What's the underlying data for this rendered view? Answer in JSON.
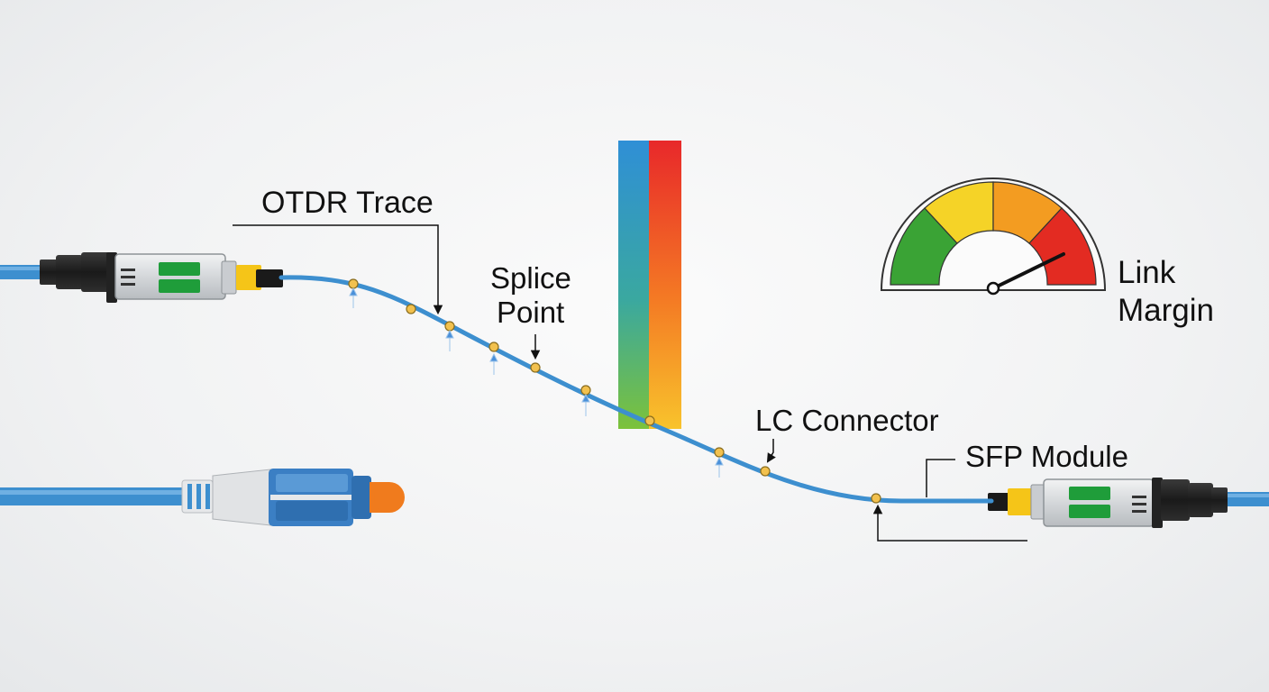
{
  "labels": {
    "otdr_trace": "OTDR Trace",
    "splice_point_line1": "Splice",
    "splice_point_line2": "Point",
    "lc_connector": "LC Connector",
    "sfp_module": "SFP Module",
    "link_margin_line1": "Link",
    "link_margin_line2": "Margin"
  },
  "colors": {
    "fiber": "#3d8fcf",
    "marker_fill": "#f2c14e",
    "marker_stroke": "#8a6d1e",
    "connector_body": "#cfd2d5",
    "module_green": "#1f9d3a",
    "boot_black": "#1e1e1e",
    "ferrule_yellow": "#f5c518",
    "lc_blue": "#3b7fc4",
    "lc_orange": "#f07b1d",
    "gauge_green": "#3aa335",
    "gauge_yellow": "#f5d327",
    "gauge_orange": "#f39c21",
    "gauge_red": "#e32b22"
  },
  "icons": {
    "left_sfp": "sfp-transceiver-icon",
    "right_sfp": "sfp-transceiver-icon",
    "lc_plug": "lc-connector-plug-icon",
    "gauge": "link-margin-gauge-icon",
    "spectrum": "wavelength-spectrum-bars-icon"
  }
}
